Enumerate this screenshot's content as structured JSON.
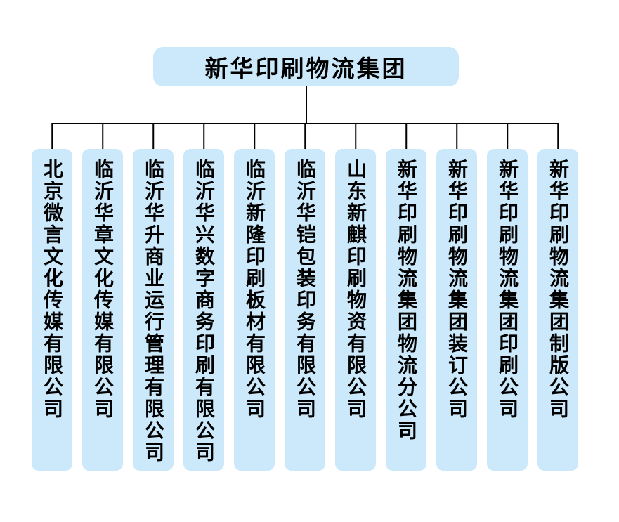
{
  "org": {
    "root": "新华印刷物流集团",
    "children": [
      "北京微言文化传媒有限公司",
      "临沂华章文化传媒有限公司",
      "临沂华升商业运行管理有限公司",
      "临沂华兴数字商务印刷有限公司",
      "临沂新隆印刷板材有限公司",
      "临沂华铠包装印务有限公司",
      "山东新麒印刷物资有限公司",
      "新华印刷物流集团物流分公司",
      "新华印刷物流集团装订公司",
      "新华印刷物流集团印刷公司",
      "新华印刷物流集团制版公司"
    ],
    "colors": {
      "box_fill": "#cbe9fa",
      "line": "#000000",
      "text": "#000000",
      "background": "#ffffff"
    }
  }
}
